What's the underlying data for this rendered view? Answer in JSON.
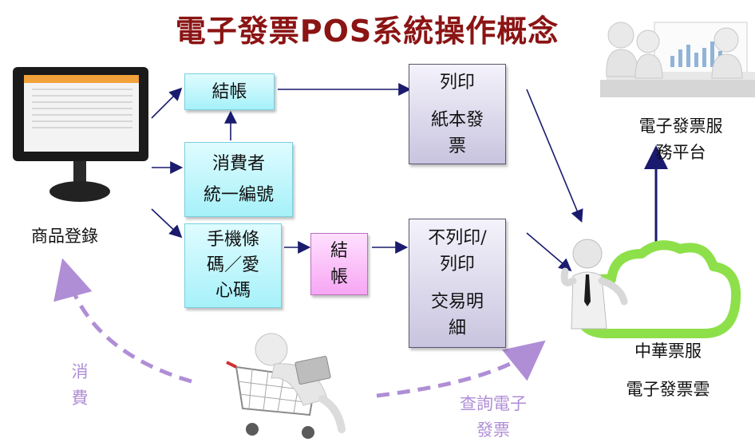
{
  "title": "電子發票POS系統操作概念",
  "pos_label": "商品登錄",
  "box_checkout_top": "結帳",
  "box_consumer": [
    "消費者",
    "統一編號"
  ],
  "box_carrier": [
    "手機條",
    "碼／愛",
    "心碼"
  ],
  "box_checkout_mid": [
    "結",
    "帳"
  ],
  "box_print": [
    "列印",
    "紙本發",
    "票"
  ],
  "box_noprint": [
    "不列印/",
    "列印",
    "交易明",
    "細"
  ],
  "platform_label": [
    "電子發票服",
    "務平台"
  ],
  "cloud_label_1": "中華票服",
  "cloud_label_2": "電子發票雲",
  "query_label": [
    "查詢電子",
    "發票"
  ],
  "consume_label": [
    "消",
    "費"
  ],
  "colors": {
    "title": "#8b1414",
    "arrow": "#1a1a6e",
    "dashed": "#b08ed6",
    "cloud": "#8ee04a"
  }
}
